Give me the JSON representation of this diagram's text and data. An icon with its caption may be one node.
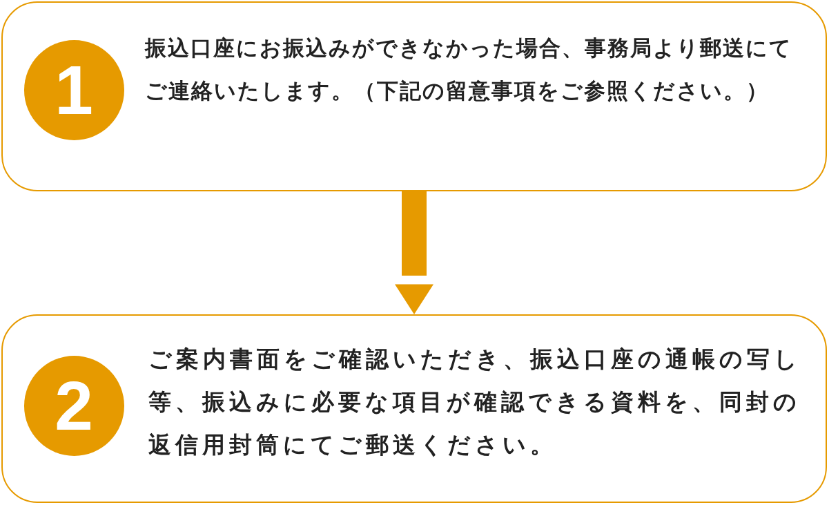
{
  "diagram": {
    "nodes": [
      {
        "text": [
          "振込口座にお振込みができなかった場合、事務局より郵送にてご連絡いたします。（下記の留意事項をご参照ください。）"
        ]
      },
      {
        "text": [
          "1"
        ],
        "in": 0
      },
      {
        "text": [
          "ご案内書面をご確認いただき、振込口座の通帳の写し等、振込みに必要な項目が確認できる資料を、同封の返信用封筒にてご郵送ください。"
        ]
      },
      {
        "text": [
          "2"
        ],
        "in": 2
      }
    ],
    "edges": [
      {
        "from": 0,
        "to": 2,
        "arrow": "to"
      }
    ]
  }
}
